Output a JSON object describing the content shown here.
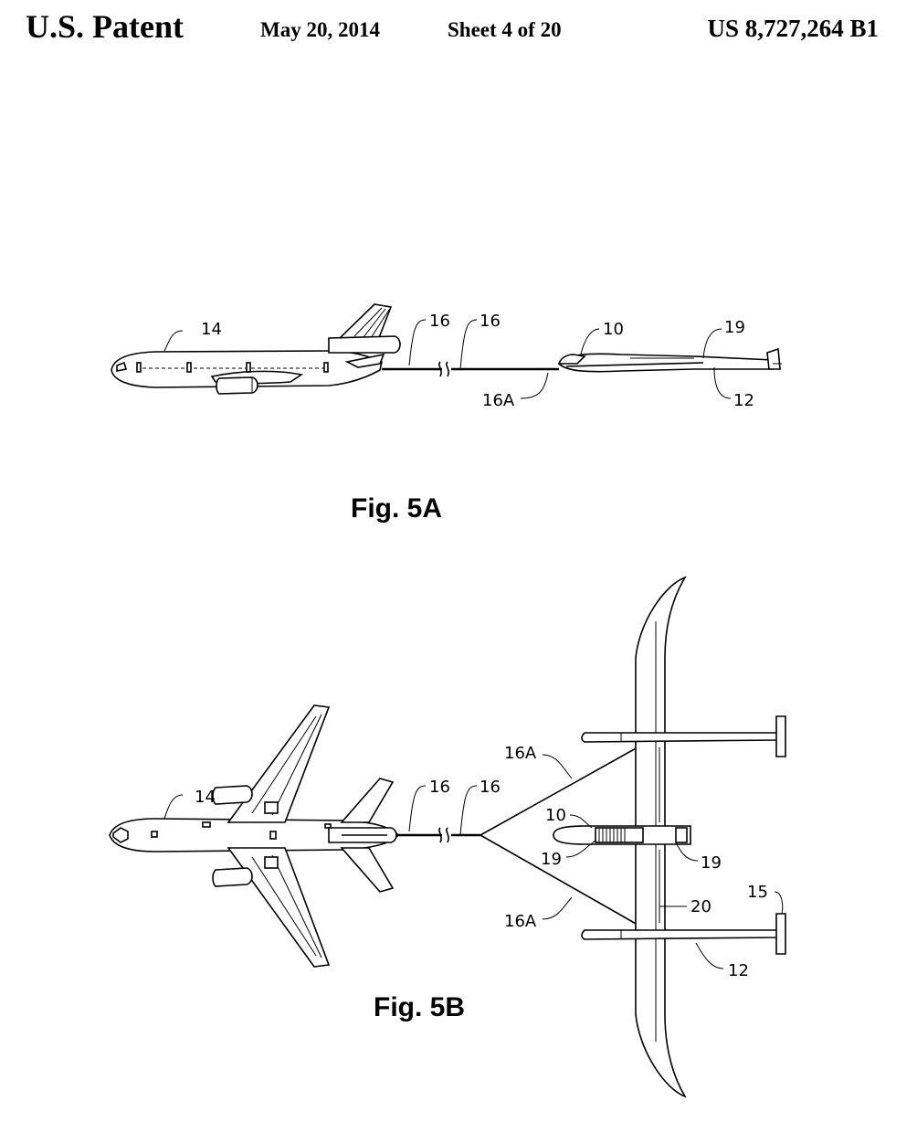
{
  "header": {
    "title": "U.S. Patent",
    "date": "May 20, 2014",
    "sheet": "Sheet 4 of 20",
    "patent_number": "US 8,727,264 B1"
  },
  "figures": [
    {
      "caption": "Fig. 5A",
      "refs": {
        "r14": "14",
        "r16a": "16",
        "r16b": "16",
        "r10": "10",
        "r19": "19",
        "r16A": "16A",
        "r12": "12"
      }
    },
    {
      "caption": "Fig. 5B",
      "refs": {
        "r14": "14",
        "r16a": "16",
        "r16b": "16",
        "r16A_top": "16A",
        "r10": "10",
        "r19_left": "19",
        "r19_right": "19",
        "r20": "20",
        "r15": "15",
        "r16A_bottom": "16A",
        "r12": "12"
      }
    }
  ]
}
